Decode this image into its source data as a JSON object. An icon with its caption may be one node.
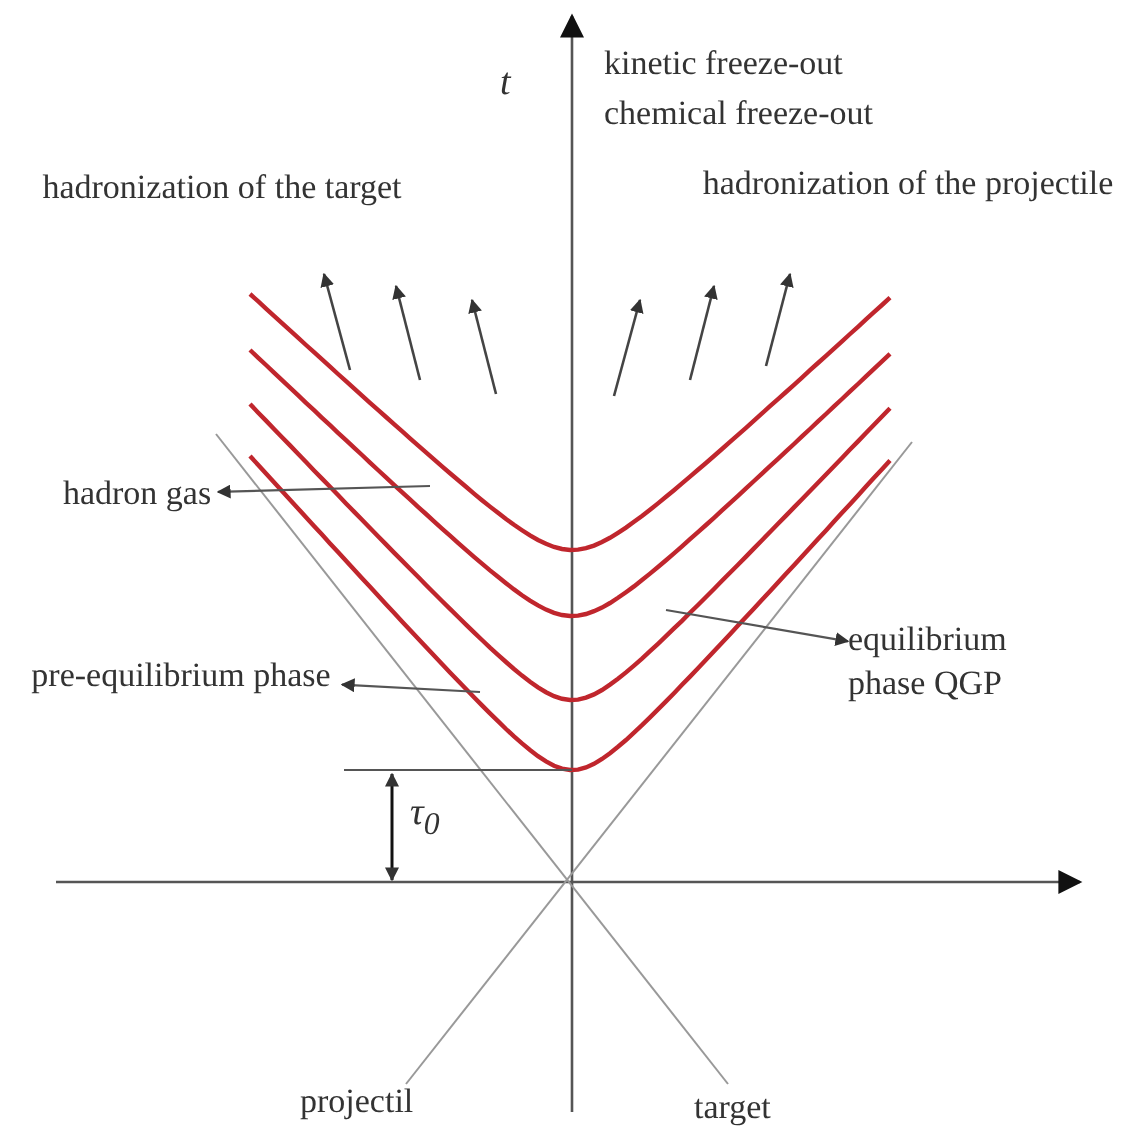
{
  "diagram": {
    "nodes": [
      {
        "text": [
          "hadron gas"
        ]
      },
      {
        "text": [
          "pre-equilibrium phase"
        ]
      },
      {
        "text": [
          "equilibrium phase QGP"
        ]
      }
    ],
    "edges": [
      {
        "from": null,
        "to": 0,
        "arrow": "to"
      },
      {
        "from": null,
        "to": 1,
        "arrow": "to"
      },
      {
        "from": null,
        "to": 2,
        "arrow": "to"
      }
    ],
    "labels": [
      "t",
      "kinetic freeze-out",
      "chemical freeze-out",
      "hadronization of the target",
      "hadronization of the projectile",
      "τ$_{0}$",
      "projectil",
      "target"
    ]
  }
}
